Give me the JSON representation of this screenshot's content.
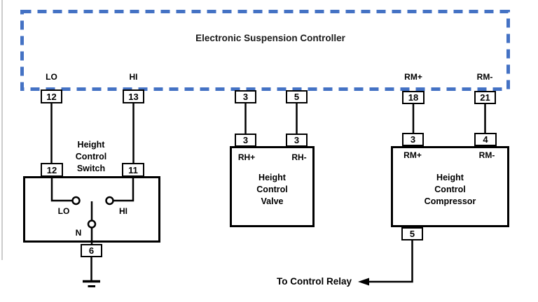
{
  "controller": {
    "title": "Electronic Suspension Controller",
    "pins": [
      {
        "label": "LO",
        "number": "12"
      },
      {
        "label": "HI",
        "number": "13"
      },
      {
        "label": "",
        "number": "3"
      },
      {
        "label": "",
        "number": "5"
      },
      {
        "label": "RM+",
        "number": "18"
      },
      {
        "label": "RM-",
        "number": "21"
      }
    ]
  },
  "switch": {
    "name": "Height\nControl\nSwitch",
    "top_pins": [
      "12",
      "11"
    ],
    "inner_contacts": [
      "LO",
      "HI"
    ],
    "neutral_label": "N",
    "bottom_pin": "6"
  },
  "valve": {
    "name": "Height\nControl\nValve",
    "pins": [
      {
        "number": "3",
        "terminal": "RH+"
      },
      {
        "number": "3",
        "terminal": "RH-"
      }
    ]
  },
  "compressor": {
    "name": "Height\nControl\nCompressor",
    "pins": [
      {
        "number": "3",
        "terminal": "RM+"
      },
      {
        "number": "4",
        "terminal": "RM-"
      }
    ],
    "bottom_pin": "5"
  },
  "notes": {
    "relay": "To Control Relay"
  },
  "colors": {
    "controller_dash": "#4472C4",
    "wire": "#000000"
  }
}
